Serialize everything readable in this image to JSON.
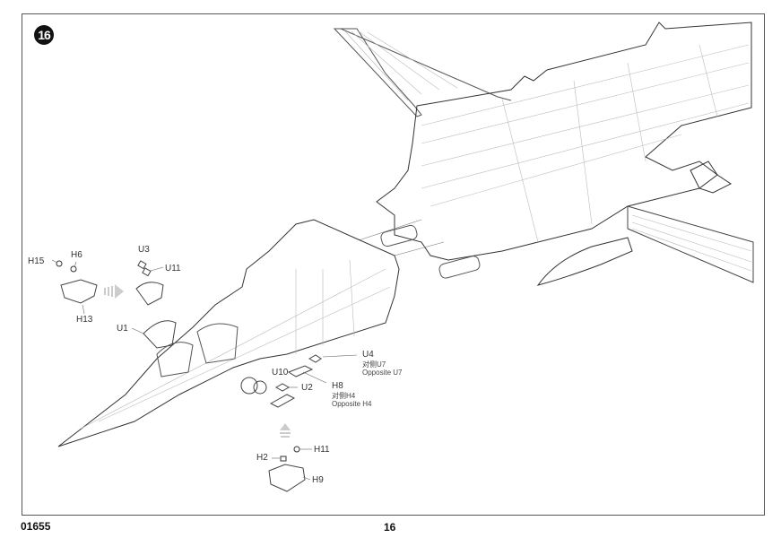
{
  "page": {
    "step_number": "16",
    "kit_number": "01655",
    "page_number": "16"
  },
  "callouts": {
    "h15": "H15",
    "h6": "H6",
    "h13": "H13",
    "u3": "U3",
    "u11": "U11",
    "u1": "U1",
    "u4": "U4",
    "u4_cn": "对侧U7",
    "u4_note": "Opposite U7",
    "u10": "U10",
    "u2": "U2",
    "h8": "H8",
    "h8_cn": "对侧H4",
    "h8_note": "Opposite H4",
    "h2": "H2",
    "h11": "H11",
    "h9": "H9"
  },
  "icons": {
    "assembly_arrow_right": "subassembly-arrow-right",
    "assembly_arrow_up": "subassembly-arrow-up"
  }
}
